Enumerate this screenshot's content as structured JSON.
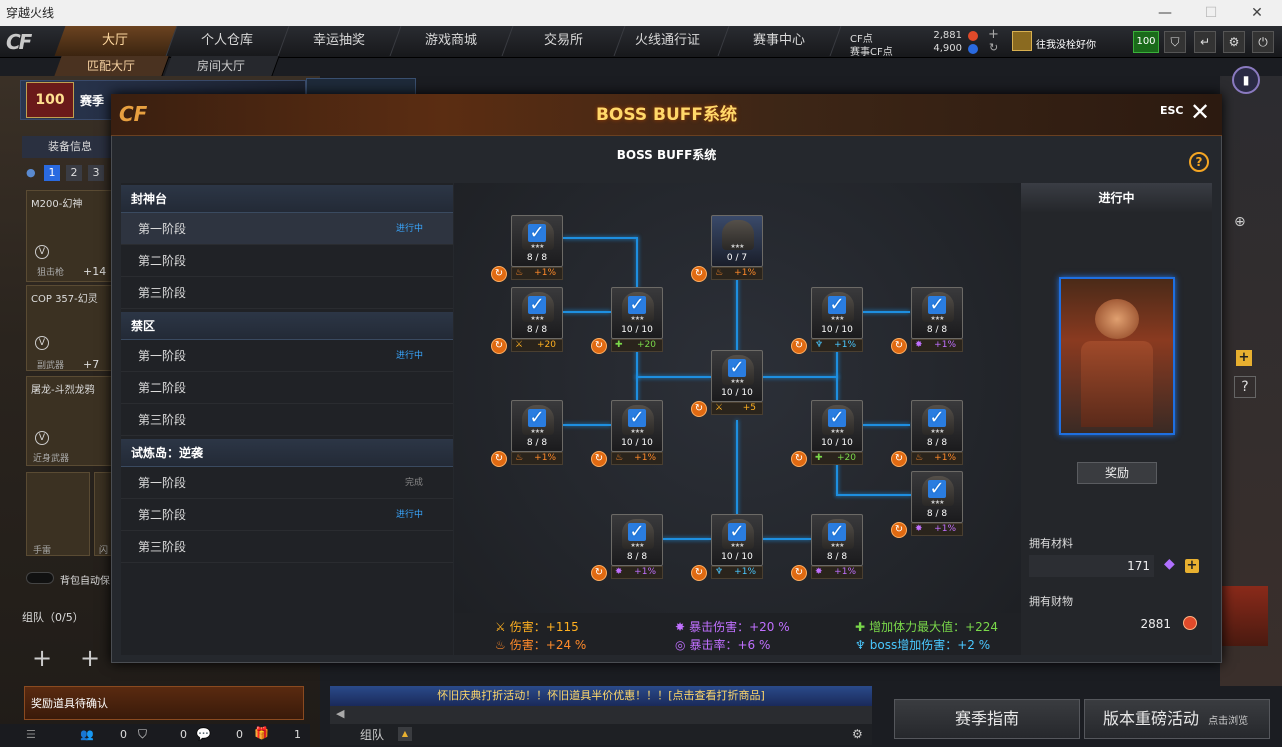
{
  "window": {
    "title": "穿越火线",
    "min": "—",
    "max": "☐",
    "close": "✕"
  },
  "logo": "CF",
  "nav": {
    "tabs": [
      "大厅",
      "个人仓库",
      "幸运抽奖",
      "游戏商城",
      "交易所",
      "火线通行证",
      "赛事中心"
    ],
    "subtabs": [
      "匹配大厅",
      "房间大厅"
    ]
  },
  "points": {
    "cf_label": "CF点",
    "cf_value": "2,881",
    "match_label": "赛事CF点",
    "match_value": "4,900"
  },
  "user": {
    "name": "往我没栓好你",
    "level": "100"
  },
  "background": {
    "season_level": "100",
    "season_text": "赛季",
    "equip_title": "装备信息",
    "slots": [
      "1",
      "2",
      "3"
    ],
    "weapon1": {
      "name": "M200-幻神",
      "type": "狙击枪",
      "bonus": "+14"
    },
    "weapon2": {
      "name": "COP 357-幻灵",
      "type": "副武器",
      "bonus": "+7"
    },
    "weapon3": {
      "name": "屠龙-斗烈龙鸦",
      "type": "近身武器"
    },
    "grenade": "手雷",
    "grenade2": "闪",
    "auto_bag": "背包自动保",
    "team": "组队（0/5）",
    "confirm": "奖励道具待确认"
  },
  "modal": {
    "title": "BOSS BUFF系统",
    "subtitle": "BOSS BUFF系统",
    "esc": "ESC",
    "help": "?"
  },
  "sections": [
    {
      "name": "封神台",
      "stages": [
        {
          "label": "第一阶段",
          "status": "进行中"
        },
        {
          "label": "第二阶段",
          "status": ""
        },
        {
          "label": "第三阶段",
          "status": ""
        }
      ]
    },
    {
      "name": "禁区",
      "stages": [
        {
          "label": "第一阶段",
          "status": "进行中"
        },
        {
          "label": "第二阶段",
          "status": ""
        },
        {
          "label": "第三阶段",
          "status": ""
        }
      ]
    },
    {
      "name": "试炼岛：逆袭",
      "stages": [
        {
          "label": "第一阶段",
          "status": "完成"
        },
        {
          "label": "第二阶段",
          "status": "进行中"
        },
        {
          "label": "第三阶段",
          "status": ""
        }
      ]
    }
  ],
  "nodes": [
    {
      "count": "8 / 8",
      "bonus": "+1%",
      "icon": "flame-icon",
      "color": "#ff8a2a",
      "checked": true
    },
    {
      "count": "0 / 7",
      "bonus": "+1%",
      "icon": "flame-icon",
      "color": "#ff8a2a",
      "checked": false
    },
    {
      "count": "8 / 8",
      "bonus": "+20",
      "icon": "sword-icon",
      "color": "#ffb020",
      "checked": true
    },
    {
      "count": "10 / 10",
      "bonus": "+20",
      "icon": "health-plus-icon",
      "color": "#7ad84a",
      "checked": true
    },
    {
      "count": "10 / 10",
      "bonus": "+1%",
      "icon": "wings-icon",
      "color": "#4ac8ff",
      "checked": true
    },
    {
      "count": "8 / 8",
      "bonus": "+1%",
      "icon": "crit-icon",
      "color": "#c070ff",
      "checked": true
    },
    {
      "count": "10 / 10",
      "bonus": "+5",
      "icon": "sword-icon",
      "color": "#ffb020",
      "checked": true
    },
    {
      "count": "8 / 8",
      "bonus": "+1%",
      "icon": "flame-icon",
      "color": "#ff8a2a",
      "checked": true
    },
    {
      "count": "10 / 10",
      "bonus": "+1%",
      "icon": "flame-icon",
      "color": "#ff8a2a",
      "checked": true
    },
    {
      "count": "10 / 10",
      "bonus": "+20",
      "icon": "health-plus-icon",
      "color": "#7ad84a",
      "checked": true
    },
    {
      "count": "8 / 8",
      "bonus": "+1%",
      "icon": "flame-icon",
      "color": "#ff8a2a",
      "checked": true
    },
    {
      "count": "8 / 8",
      "bonus": "+1%",
      "icon": "crit-icon",
      "color": "#c070ff",
      "checked": true
    },
    {
      "count": "8 / 8",
      "bonus": "+1%",
      "icon": "crit-icon",
      "color": "#c070ff",
      "checked": true
    },
    {
      "count": "10 / 10",
      "bonus": "+1%",
      "icon": "wings-icon",
      "color": "#4ac8ff",
      "checked": true
    },
    {
      "count": "8 / 8",
      "bonus": "+1%",
      "icon": "crit-icon",
      "color": "#c070ff",
      "checked": true
    }
  ],
  "stats": [
    {
      "label": "伤害：+115",
      "color": "#ffb020",
      "icon": "sword-icon"
    },
    {
      "label": "暴击伤害：+20 %",
      "color": "#c070ff",
      "icon": "crit-icon"
    },
    {
      "label": "增加体力最大值：+224",
      "color": "#7ad84a",
      "icon": "health-plus-icon"
    },
    {
      "label": "伤害：+24 %",
      "color": "#ff8a2a",
      "icon": "flame-icon"
    },
    {
      "label": "暴击率：+6 %",
      "color": "#c070ff",
      "icon": "crit-rate-icon"
    },
    {
      "label": "boss增加伤害：+2 %",
      "color": "#4ac8ff",
      "icon": "wings-icon"
    }
  ],
  "right": {
    "status": "进行中",
    "reward": "奖励",
    "materials_label": "拥有材料",
    "materials_value": "171",
    "wealth_label": "拥有财物",
    "wealth_value": "2881"
  },
  "bottom": {
    "ticker": "怀旧庆典打折活动！！怀旧道具半价优惠！！！[点击查看打折商品]",
    "team_btn": "组队",
    "counts": [
      "0",
      "0",
      "0",
      "1"
    ],
    "guide": "赛季指南",
    "event": "版本重磅活动",
    "event_sub": "点击浏览"
  },
  "colors": {
    "accent": "#ffd86a",
    "line": "#1e8fe0",
    "inprogress": "#39a7ff"
  }
}
